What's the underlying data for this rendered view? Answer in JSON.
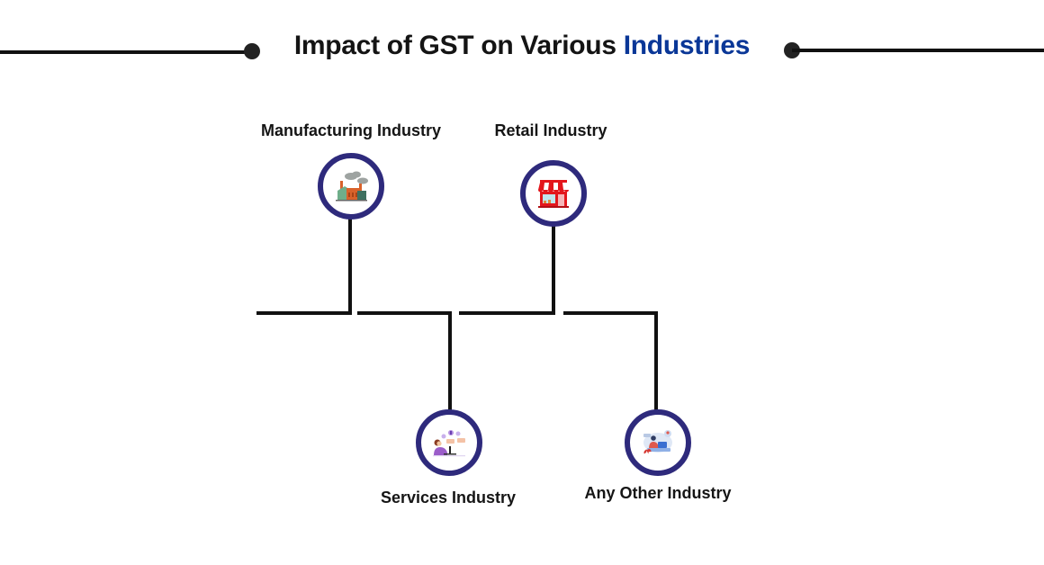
{
  "header": {
    "title_prefix": "Impact of GST on Various ",
    "title_accent": "Industries",
    "accent_color": "#0a3797"
  },
  "industries": [
    {
      "label": "Manufacturing Industry",
      "icon": "factory-icon",
      "position": "top"
    },
    {
      "label": "Retail Industry",
      "icon": "storefront-icon",
      "position": "top"
    },
    {
      "label": "Services Industry",
      "icon": "customer-support-icon",
      "position": "bottom"
    },
    {
      "label": "Any Other Industry",
      "icon": "remote-worker-icon",
      "position": "bottom"
    }
  ],
  "colors": {
    "ring": "#2e2a7c",
    "connector": "#111111",
    "text": "#151515"
  }
}
